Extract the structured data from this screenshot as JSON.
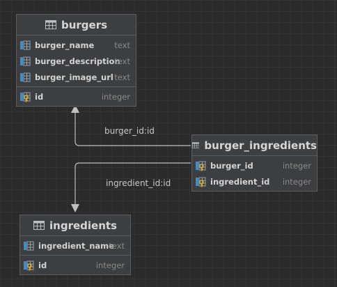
{
  "diagram": {
    "tables": [
      {
        "name": "burgers",
        "sections": [
          [
            {
              "name": "burger_name",
              "type": "text",
              "icon": "column-icon"
            },
            {
              "name": "burger_description",
              "type": "text",
              "icon": "column-icon"
            },
            {
              "name": "burger_image_url",
              "type": "text",
              "icon": "column-icon"
            }
          ],
          [
            {
              "name": "id",
              "type": "integer",
              "icon": "primary-key-icon"
            }
          ]
        ]
      },
      {
        "name": "burger_ingredients",
        "sections": [
          [
            {
              "name": "burger_id",
              "type": "integer",
              "icon": "foreign-key-icon"
            },
            {
              "name": "ingredient_id",
              "type": "integer",
              "icon": "foreign-key-icon"
            }
          ]
        ]
      },
      {
        "name": "ingredients",
        "sections": [
          [
            {
              "name": "ingredient_name",
              "type": "text",
              "icon": "column-icon"
            }
          ],
          [
            {
              "name": "id",
              "type": "integer",
              "icon": "primary-key-icon"
            }
          ]
        ]
      }
    ],
    "relations": [
      {
        "from": "burger_ingredients",
        "to": "burgers",
        "label": "burger_id:id"
      },
      {
        "from": "burger_ingredients",
        "to": "ingredients",
        "label": "ingredient_id:id"
      }
    ]
  },
  "colors": {
    "background": "#2b2b2b",
    "grid": "#333333",
    "table_bg": "#3c3f41",
    "header_text": "#d6d6d6",
    "column_text": "#d4d4d4",
    "type_text": "#8a8a8a",
    "connector": "#bfbfbf",
    "icon_blue": "#3d8fc4",
    "icon_key": "#d6a730"
  }
}
